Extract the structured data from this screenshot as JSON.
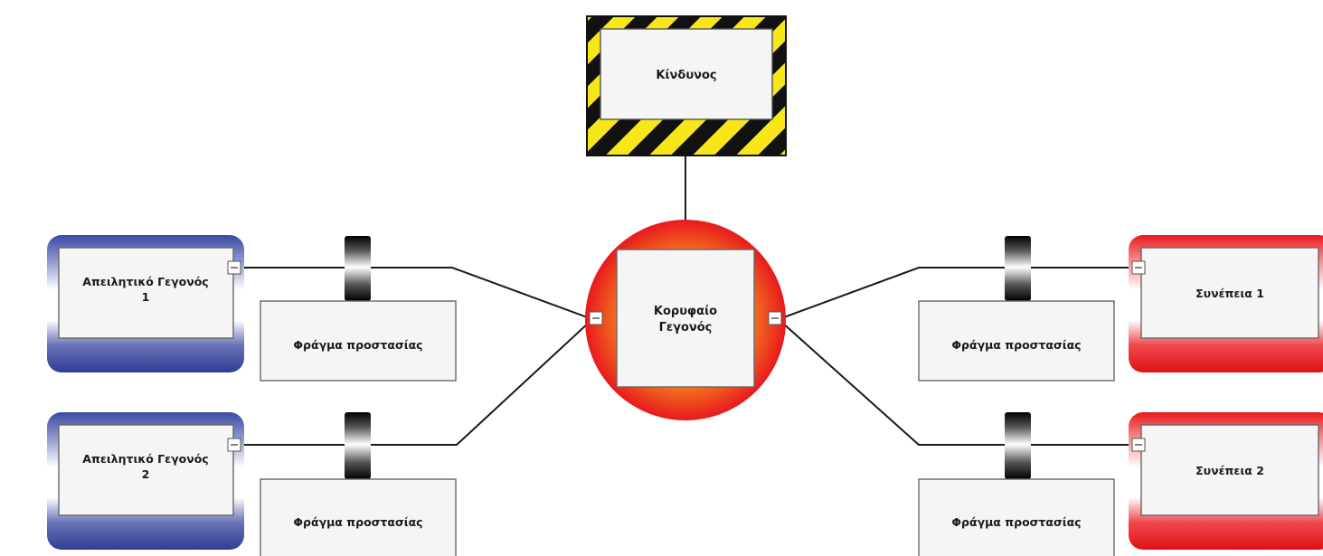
{
  "diagram": {
    "hazard": {
      "label": "Κίνδυνος"
    },
    "top_event": {
      "label_lines": [
        "Κορυφαίο",
        "Γεγονός"
      ]
    },
    "threats": [
      {
        "label_lines": [
          "Απειλητικό Γεγονός",
          "1"
        ]
      },
      {
        "label_lines": [
          "Απειλητικό Γεγονός",
          "2"
        ]
      }
    ],
    "consequences": [
      {
        "label": "Συνέπεια 1"
      },
      {
        "label": "Συνέπεια 2"
      }
    ],
    "barriers": [
      {
        "side": "left",
        "label": "Φράγμα προστασίας"
      },
      {
        "side": "left",
        "label": "Φράγμα προστασίας"
      },
      {
        "side": "right",
        "label": "Φράγμα προστασίας"
      },
      {
        "side": "right",
        "label": "Φράγμα προστασίας"
      }
    ],
    "collapse_symbol": "−"
  },
  "colors": {
    "threat_blue": "#3b4aa3",
    "consequence_red": "#e8191e",
    "top_event_red": "#e8191e",
    "top_event_orange": "#f7941d",
    "hazard_yellow": "#f6e61a",
    "hazard_black": "#111111"
  },
  "icons": {
    "collapse": "minus-square-icon",
    "barrier": "barrier-cylinder-icon"
  }
}
